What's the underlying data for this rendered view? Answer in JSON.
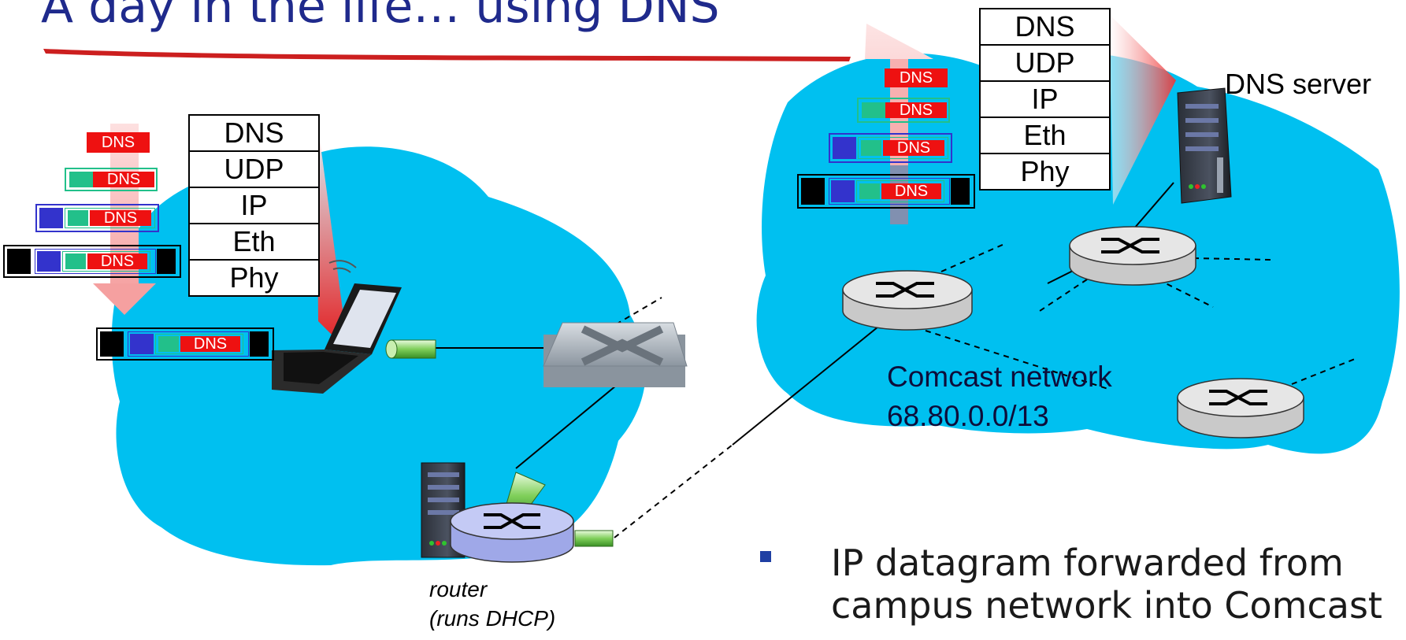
{
  "title": "A day in the life… using DNS",
  "left_stack": [
    "DNS",
    "UDP",
    "IP",
    "Eth",
    "Phy"
  ],
  "right_stack": [
    "DNS",
    "UDP",
    "IP",
    "Eth",
    "Phy"
  ],
  "packet_label": "DNS",
  "labels": {
    "dns_server": "DNS server",
    "comcast_name": "Comcast network",
    "comcast_prefix": "68.80.0.0/13",
    "router": "router",
    "router_note": "(runs DHCP)"
  },
  "bullet": {
    "line1": "IP datagram forwarded from",
    "line2": "campus network into Comcast"
  },
  "colors": {
    "cloud": "#00c0f0",
    "title": "#1f2a8c",
    "dns_red": "#ee1111",
    "udp_green": "#22c08a",
    "ip_blue": "#3333cc",
    "eth_black": "#000000"
  }
}
